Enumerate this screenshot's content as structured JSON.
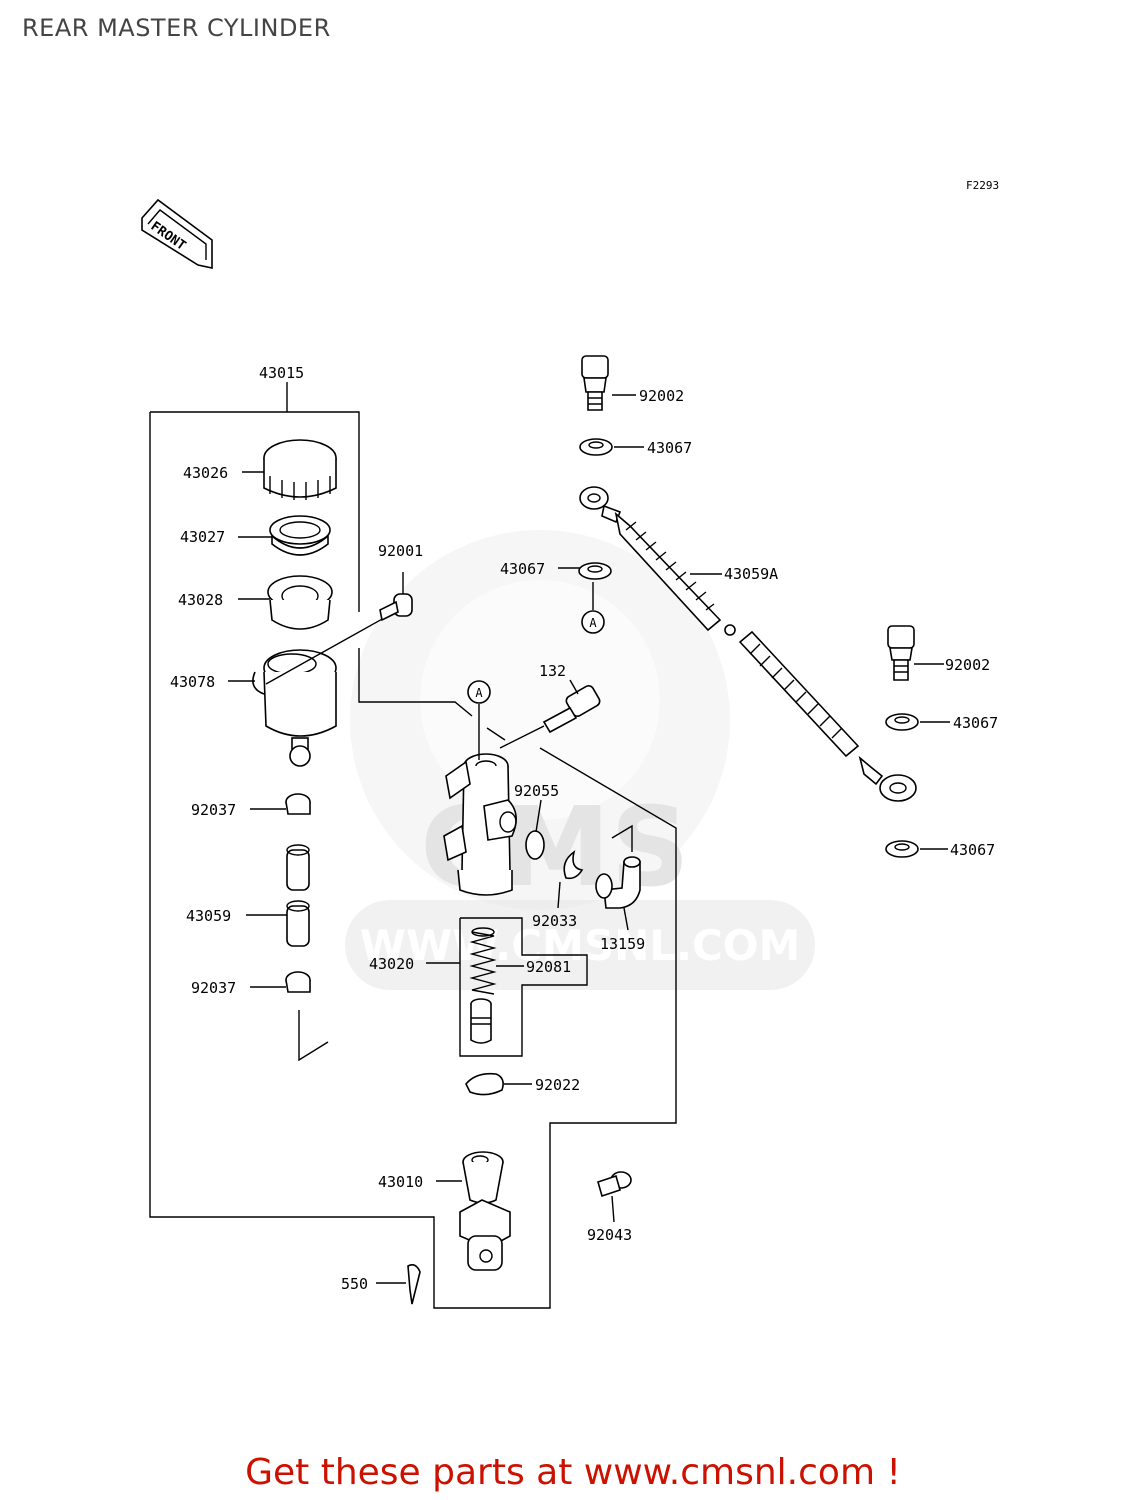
{
  "page": {
    "title": "REAR MASTER CYLINDER",
    "figure_code": "F2293",
    "front_label": "FRONT",
    "footer": "Get these parts at www.cmsnl.com !"
  },
  "watermark": {
    "brand": "CMS",
    "url": "WWW.CMSNL.COM"
  },
  "reference_marker": "A",
  "callouts": [
    "43015",
    "43026",
    "43027",
    "43028",
    "43078",
    "92001",
    "92037",
    "43059",
    "92037",
    "43020",
    "92081",
    "92022",
    "43010",
    "550",
    "92043",
    "13159",
    "92033",
    "92055",
    "132",
    "43067",
    "92002",
    "43067",
    "43059A",
    "92002",
    "43067",
    "43067"
  ],
  "colors": {
    "ink": "#000000",
    "title": "#444444",
    "footer": "#cc1100",
    "watermark": "#e6e6e6"
  }
}
